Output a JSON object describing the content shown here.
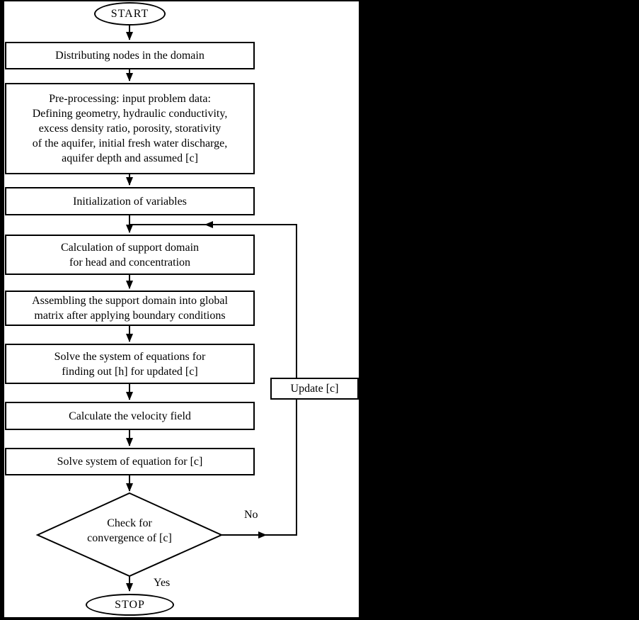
{
  "figure": {
    "type": "flowchart",
    "background_color": "#ffffff",
    "line_color": "#000000",
    "panel_color": "#000000"
  },
  "nodes": {
    "start": {
      "shape": "terminator",
      "label": "START"
    },
    "distribute_nodes": {
      "shape": "process",
      "label": "Distributing nodes in the domain"
    },
    "preprocessing": {
      "shape": "process",
      "lines": [
        "Pre-processing: input problem data:",
        "Defining geometry, hydraulic conductivity,",
        "excess density ratio, porosity, storativity",
        "of the aquifer, initial fresh water discharge,",
        "aquifer depth and assumed [c]"
      ]
    },
    "initialization": {
      "shape": "process",
      "label": "Initialization of variables"
    },
    "support_domain": {
      "shape": "process",
      "lines": [
        "Calculation of support domain",
        "for head and concentration"
      ]
    },
    "assembling": {
      "shape": "process",
      "lines": [
        "Assembling the support domain into global",
        "matrix after applying boundary conditions"
      ]
    },
    "solve_h": {
      "shape": "process",
      "lines": [
        "Solve the system of equations for",
        "finding out [h] for updated [c]"
      ]
    },
    "velocity_field": {
      "shape": "process",
      "label": "Calculate the velocity field"
    },
    "solve_c": {
      "shape": "process",
      "label": "Solve system of equation for [c]"
    },
    "convergence_check": {
      "shape": "decision",
      "lines": [
        "Check for",
        "convergence of [c]"
      ]
    },
    "update_c": {
      "shape": "process",
      "label": "Update [c]"
    },
    "stop": {
      "shape": "terminator",
      "label": "STOP"
    }
  },
  "edge_labels": {
    "no": "No",
    "yes": "Yes"
  }
}
